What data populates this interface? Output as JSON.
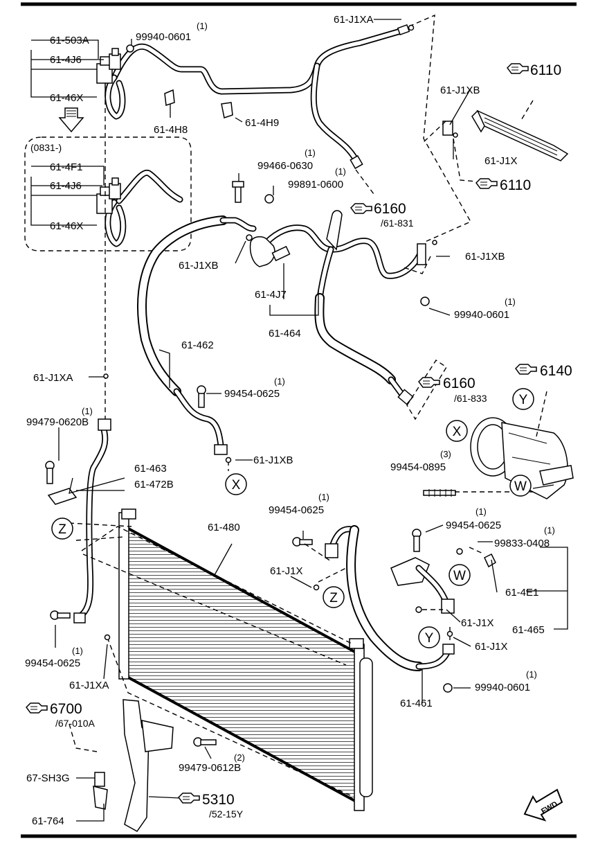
{
  "labels": {
    "l_61_J1XA_top": "61-J1XA",
    "l_61_503A": "61-503A",
    "l_99940_0601_top": "99940-0601",
    "q_99940_0601_top": "(1)",
    "l_61_4J6_a": "61-4J6",
    "l_61_46X_a": "61-46X",
    "l_61_4H8": "61-4H8",
    "l_61_4H9": "61-4H9",
    "l_0831": "(0831-)",
    "l_61_4F1": "61-4F1",
    "l_61_4J6_b": "61-4J6",
    "l_61_46X_b": "61-46X",
    "l_61_J1XB_a": "61-J1XB",
    "l_61_J1X_a": "61-J1X",
    "l_99466_0630": "99466-0630",
    "q_99466_0630": "(1)",
    "l_99891_0600": "99891-0600",
    "q_99891_0600": "(1)",
    "l_61_J1XB_b": "61-J1XB",
    "l_61_J1XB_c": "61-J1XB",
    "l_61_4J7": "61-4J7",
    "l_61_464": "61-464",
    "l_99940_0601_mid": "99940-0601",
    "q_99940_0601_mid": "(1)",
    "l_61_462": "61-462",
    "l_61_J1XA_left": "61-J1XA",
    "l_99454_0625_a": "99454-0625",
    "q_99454_0625_a": "(1)",
    "l_99479_0620B": "99479-0620B",
    "q_99479_0620B": "(1)",
    "l_61_J1XB_d": "61-J1XB",
    "l_61_463": "61-463",
    "l_61_472B": "61-472B",
    "l_99454_0895": "99454-0895",
    "q_99454_0895": "(3)",
    "l_61_480": "61-480",
    "l_99454_0625_b": "99454-0625",
    "q_99454_0625_b": "(1)",
    "l_99454_0625_c": "99454-0625",
    "q_99454_0625_c": "(1)",
    "l_99833_0408": "99833-0408",
    "q_99833_0408": "(1)",
    "l_61_J1X_b": "61-J1X",
    "l_61_4E1": "61-4E1",
    "l_61_J1X_c": "61-J1X",
    "l_61_465": "61-465",
    "l_61_J1X_d": "61-J1X",
    "l_99454_0625_d": "99454-0625",
    "q_99454_0625_d": "(1)",
    "l_61_J1XA_bot": "61-J1XA",
    "l_99940_0601_bot": "99940-0601",
    "q_99940_0601_bot": "(1)",
    "l_61_461": "61-461",
    "l_99479_0612B": "99479-0612B",
    "q_99479_0612B": "(2)",
    "l_67_SH3G": "67-SH3G",
    "l_61_764": "61-764"
  },
  "refs": {
    "r6110a": {
      "num": "6110",
      "sub": ""
    },
    "r6110b": {
      "num": "6110",
      "sub": ""
    },
    "r6160a": {
      "num": "6160",
      "sub": "/61-831"
    },
    "r6160b": {
      "num": "6160",
      "sub": "/61-833"
    },
    "r6140": {
      "num": "6140",
      "sub": ""
    },
    "r6700": {
      "num": "6700",
      "sub": "/67-010A"
    },
    "r5310": {
      "num": "5310",
      "sub": "/52-15Y"
    }
  },
  "callouts": {
    "X_a": "X",
    "X_b": "X",
    "Y_a": "Y",
    "Y_b": "Y",
    "W_a": "W",
    "W_b": "W",
    "Z_a": "Z",
    "Z_b": "Z"
  },
  "fwd": "FWD",
  "icons": {
    "reference": "pointing-hand-icon",
    "direction": "fwd-arrow-icon"
  }
}
